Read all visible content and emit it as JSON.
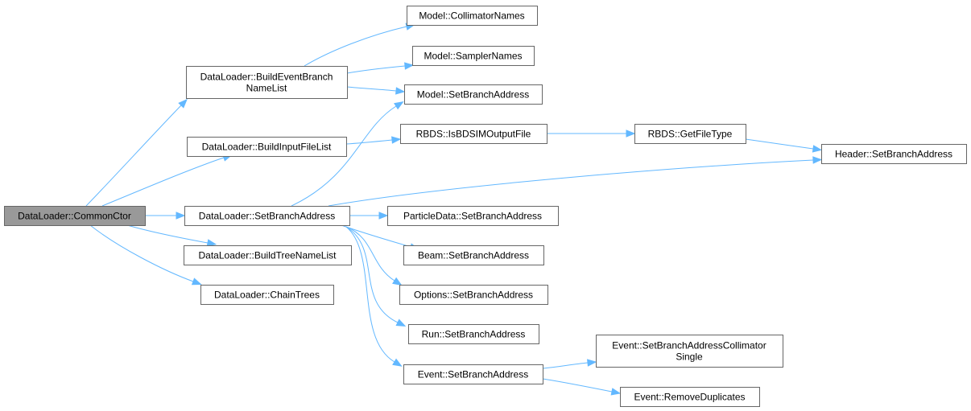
{
  "colors": {
    "edge": "#63b8ff",
    "node_fill": "#ffffff",
    "node_border": "#666666",
    "root_fill": "#999999",
    "text": "#000000"
  },
  "nodes": [
    {
      "id": "commonctor",
      "name": "node-dataloader-commonctor",
      "lines": [
        "DataLoader::CommonCtor"
      ],
      "root": true
    },
    {
      "id": "bebnl",
      "name": "node-dataloader-buildeventbranchnamelist",
      "lines": [
        "DataLoader::BuildEventBranch",
        "NameList"
      ]
    },
    {
      "id": "bifl",
      "name": "node-dataloader-buildinputfilelist",
      "lines": [
        "DataLoader::BuildInputFileList"
      ]
    },
    {
      "id": "dlsba",
      "name": "node-dataloader-setbranchaddress",
      "lines": [
        "DataLoader::SetBranchAddress"
      ]
    },
    {
      "id": "btnl",
      "name": "node-dataloader-buildtreenamelist",
      "lines": [
        "DataLoader::BuildTreeNameList"
      ]
    },
    {
      "id": "ct",
      "name": "node-dataloader-chaintrees",
      "lines": [
        "DataLoader::ChainTrees"
      ]
    },
    {
      "id": "mcn",
      "name": "node-model-collimatornames",
      "lines": [
        "Model::CollimatorNames"
      ]
    },
    {
      "id": "msn",
      "name": "node-model-samplernames",
      "lines": [
        "Model::SamplerNames"
      ]
    },
    {
      "id": "msba",
      "name": "node-model-setbranchaddress",
      "lines": [
        "Model::SetBranchAddress"
      ]
    },
    {
      "id": "isbo",
      "name": "node-rbds-isbdsimoutputfile",
      "lines": [
        "RBDS::IsBDSIMOutputFile"
      ]
    },
    {
      "id": "gft",
      "name": "node-rbds-getfiletype",
      "lines": [
        "RBDS::GetFileType"
      ]
    },
    {
      "id": "hsba",
      "name": "node-header-setbranchaddress",
      "lines": [
        "Header::SetBranchAddress"
      ]
    },
    {
      "id": "pdsba",
      "name": "node-particledata-setbranchaddress",
      "lines": [
        "ParticleData::SetBranchAddress"
      ]
    },
    {
      "id": "bsba",
      "name": "node-beam-setbranchaddress",
      "lines": [
        "Beam::SetBranchAddress"
      ]
    },
    {
      "id": "osba",
      "name": "node-options-setbranchaddress",
      "lines": [
        "Options::SetBranchAddress"
      ]
    },
    {
      "id": "rsba",
      "name": "node-run-setbranchaddress",
      "lines": [
        "Run::SetBranchAddress"
      ]
    },
    {
      "id": "esba",
      "name": "node-event-setbranchaddress",
      "lines": [
        "Event::SetBranchAddress"
      ]
    },
    {
      "id": "esbacs",
      "name": "node-event-setbranchaddresscollimatorsingle",
      "lines": [
        "Event::SetBranchAddressCollimator",
        "Single"
      ]
    },
    {
      "id": "erd",
      "name": "node-event-removeduplicates",
      "lines": [
        "Event::RemoveDuplicates"
      ]
    }
  ],
  "edges": [
    {
      "from": "commonctor",
      "to": "bebnl"
    },
    {
      "from": "commonctor",
      "to": "bifl"
    },
    {
      "from": "commonctor",
      "to": "dlsba"
    },
    {
      "from": "commonctor",
      "to": "btnl"
    },
    {
      "from": "commonctor",
      "to": "ct"
    },
    {
      "from": "bebnl",
      "to": "mcn"
    },
    {
      "from": "bebnl",
      "to": "msn"
    },
    {
      "from": "bebnl",
      "to": "msba"
    },
    {
      "from": "bifl",
      "to": "isbo"
    },
    {
      "from": "isbo",
      "to": "gft"
    },
    {
      "from": "gft",
      "to": "hsba"
    },
    {
      "from": "dlsba",
      "to": "msba"
    },
    {
      "from": "dlsba",
      "to": "hsba"
    },
    {
      "from": "dlsba",
      "to": "pdsba"
    },
    {
      "from": "dlsba",
      "to": "bsba"
    },
    {
      "from": "dlsba",
      "to": "osba"
    },
    {
      "from": "dlsba",
      "to": "rsba"
    },
    {
      "from": "dlsba",
      "to": "esba"
    },
    {
      "from": "esba",
      "to": "esbacs"
    },
    {
      "from": "esba",
      "to": "erd"
    }
  ]
}
